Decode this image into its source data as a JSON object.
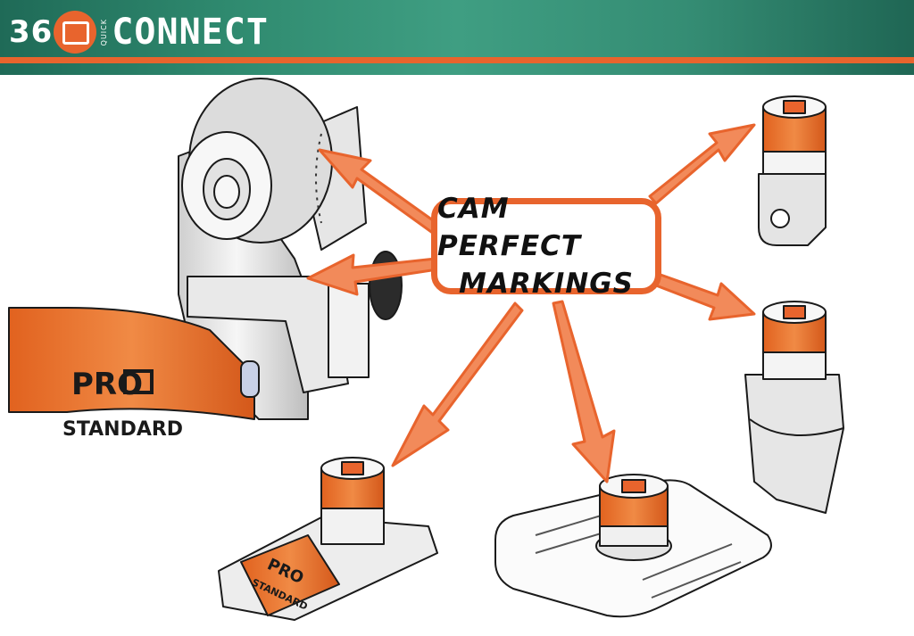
{
  "header": {
    "brand_num": "36",
    "brand_small": "QUICK",
    "brand_word": "CONNECT"
  },
  "callout": {
    "line1": "CAM PERFECT",
    "line2": "MARKINGS"
  },
  "product_labels": {
    "clamp_badge_top": "PRO",
    "clamp_badge_bottom": "STANDARD",
    "base_badge_top": "PRO",
    "base_badge_bottom": "STANDARD"
  },
  "colors": {
    "accent": "#e8642d",
    "header_green": "#2f8a6f",
    "outline": "#1a1a1a"
  }
}
